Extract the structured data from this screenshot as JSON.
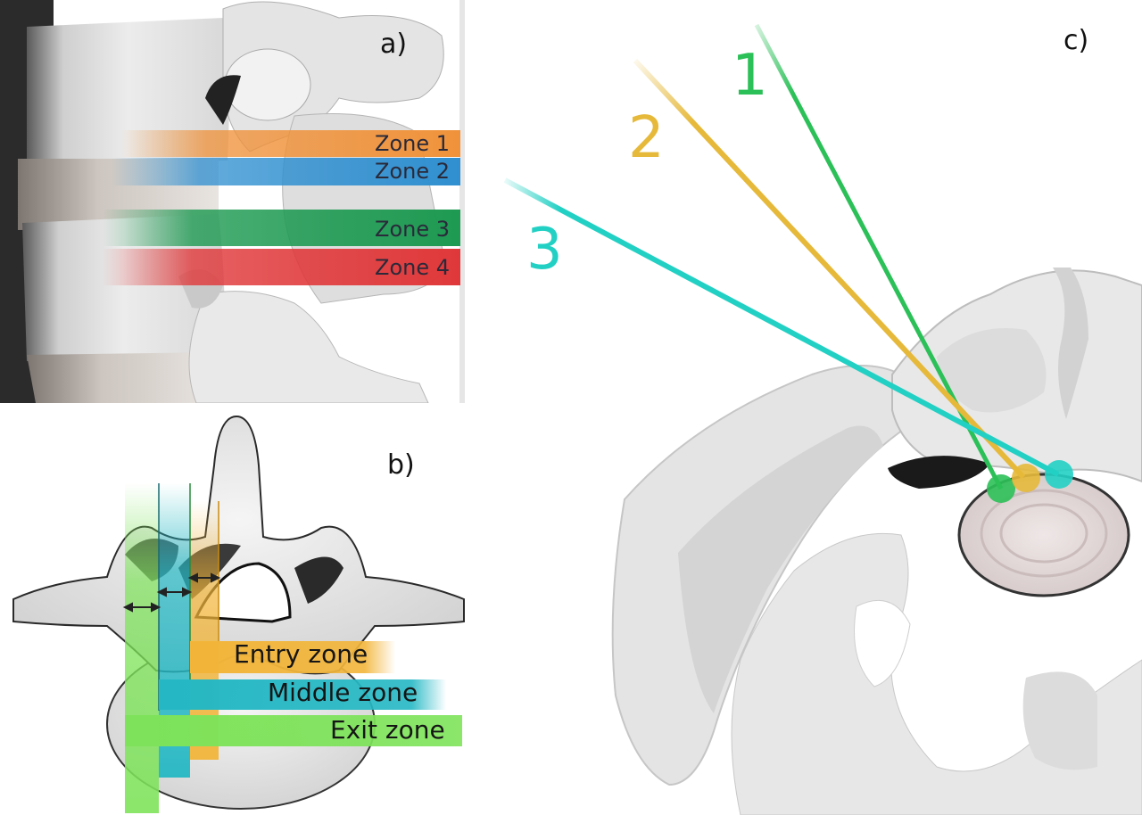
{
  "panel_a": {
    "label": "a)",
    "zones": [
      {
        "text": "Zone 1",
        "color": "#f0923a"
      },
      {
        "text": "Zone 2",
        "color": "#2f8fd0"
      },
      {
        "text": "Zone 3",
        "color": "#1e9a52"
      },
      {
        "text": "Zone 4",
        "color": "#e0383a"
      }
    ]
  },
  "panel_b": {
    "label": "b)",
    "zones": [
      {
        "text": "Entry zone",
        "color": "#f2b53a"
      },
      {
        "text": "Middle zone",
        "color": "#25b8c4"
      },
      {
        "text": "Exit zone",
        "color": "#7ee35a"
      }
    ]
  },
  "panel_c": {
    "label": "c)",
    "trajectories": [
      {
        "text": "1",
        "color": "#2cc058"
      },
      {
        "text": "2",
        "color": "#e6b93a"
      },
      {
        "text": "3",
        "color": "#22d0c4"
      }
    ]
  }
}
